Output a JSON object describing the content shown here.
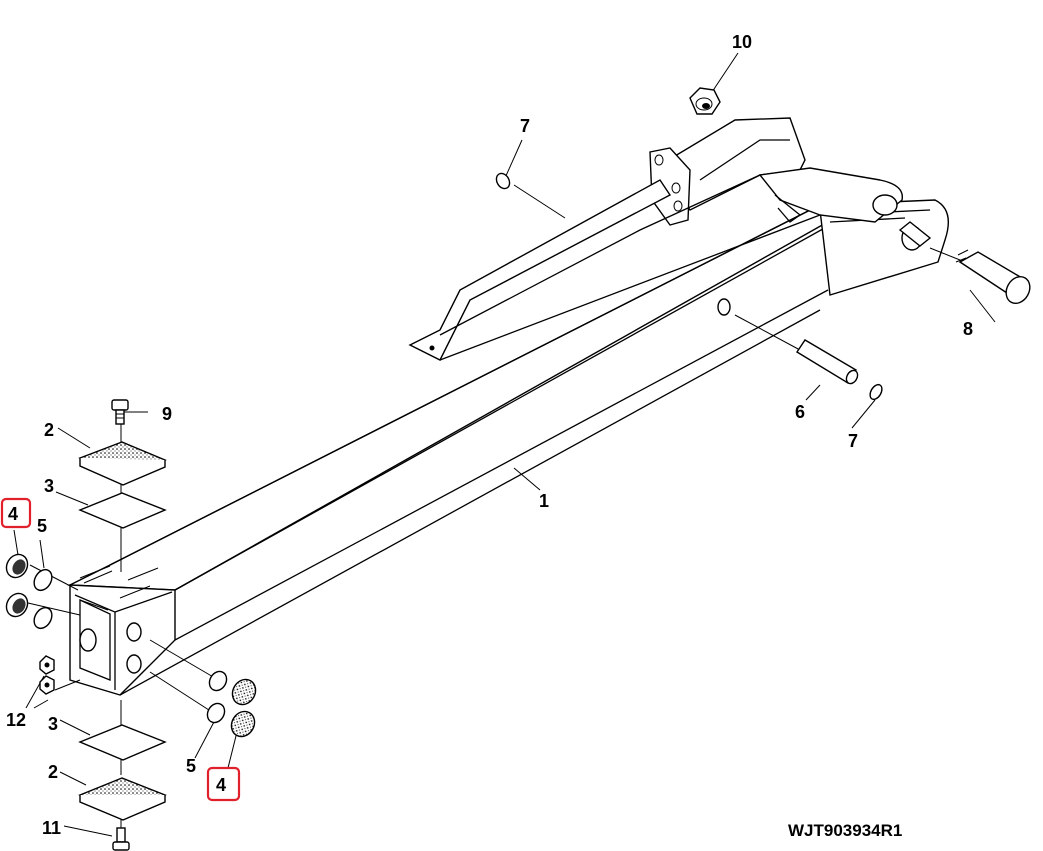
{
  "drawing_code": "WJT903934R1",
  "callouts": {
    "c1": "1",
    "c2a": "2",
    "c2b": "2",
    "c3a": "3",
    "c3b": "3",
    "c4a": "4",
    "c4b": "4",
    "c5a": "5",
    "c5b": "5",
    "c6": "6",
    "c7a": "7",
    "c7b": "7",
    "c8": "8",
    "c9": "9",
    "c10": "10",
    "c11": "11",
    "c12": "12"
  },
  "highlight_color": "#e0202a"
}
